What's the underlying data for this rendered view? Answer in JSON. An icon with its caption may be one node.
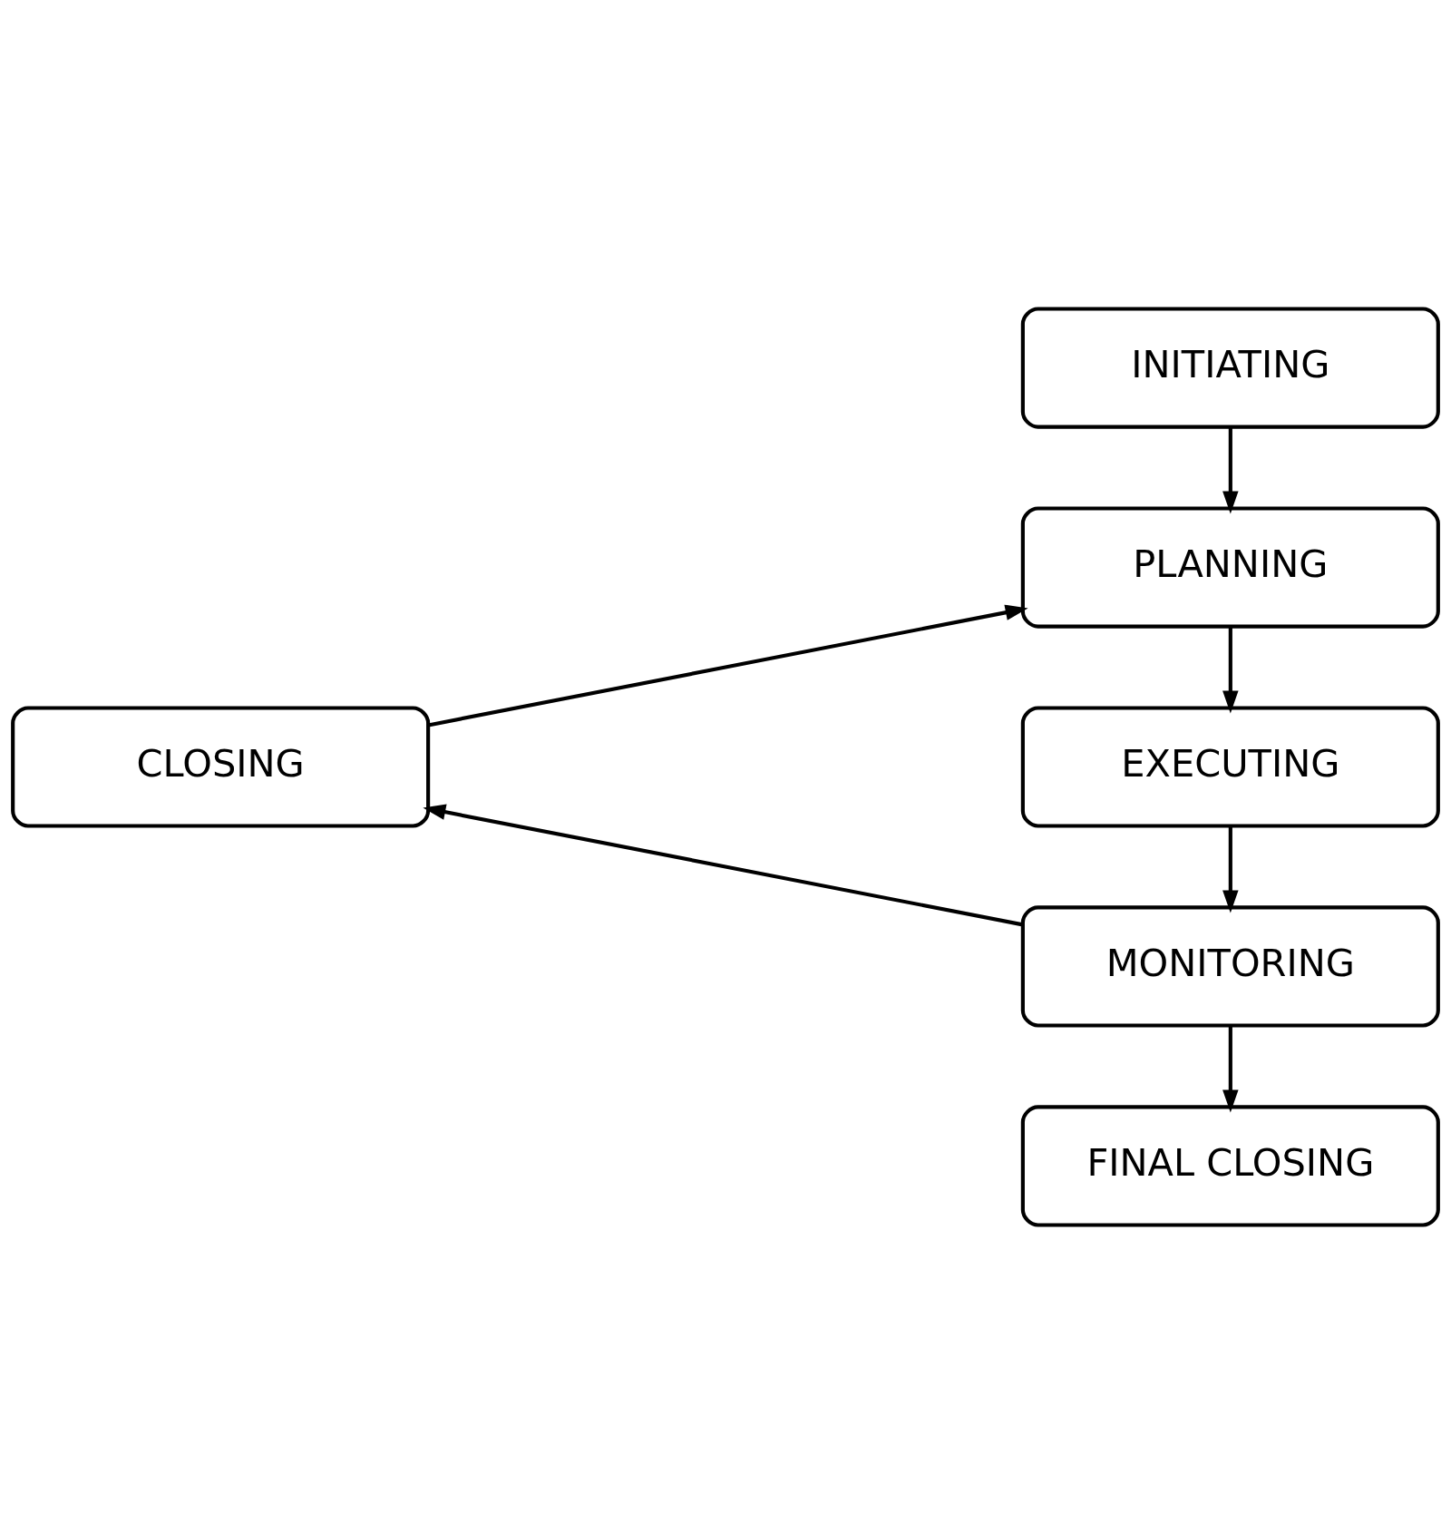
{
  "diagram": {
    "nodes": [
      {
        "text": [
          "INITIATING"
        ]
      },
      {
        "text": [
          "PLANNING"
        ]
      },
      {
        "text": [
          "CLOSING"
        ]
      },
      {
        "text": [
          "EXECUTING"
        ]
      },
      {
        "text": [
          "MONITORING"
        ]
      },
      {
        "text": [
          "FINAL CLOSING"
        ]
      }
    ],
    "edges": [
      {
        "from": 0,
        "to": 1,
        "arrow": "to"
      },
      {
        "from": 1,
        "to": 3,
        "arrow": "to"
      },
      {
        "from": 3,
        "to": 4,
        "arrow": "to"
      },
      {
        "from": 4,
        "to": 2,
        "arrow": "to"
      },
      {
        "from": 2,
        "to": 1,
        "arrow": "to"
      },
      {
        "from": 4,
        "to": 5,
        "arrow": "to"
      }
    ]
  }
}
